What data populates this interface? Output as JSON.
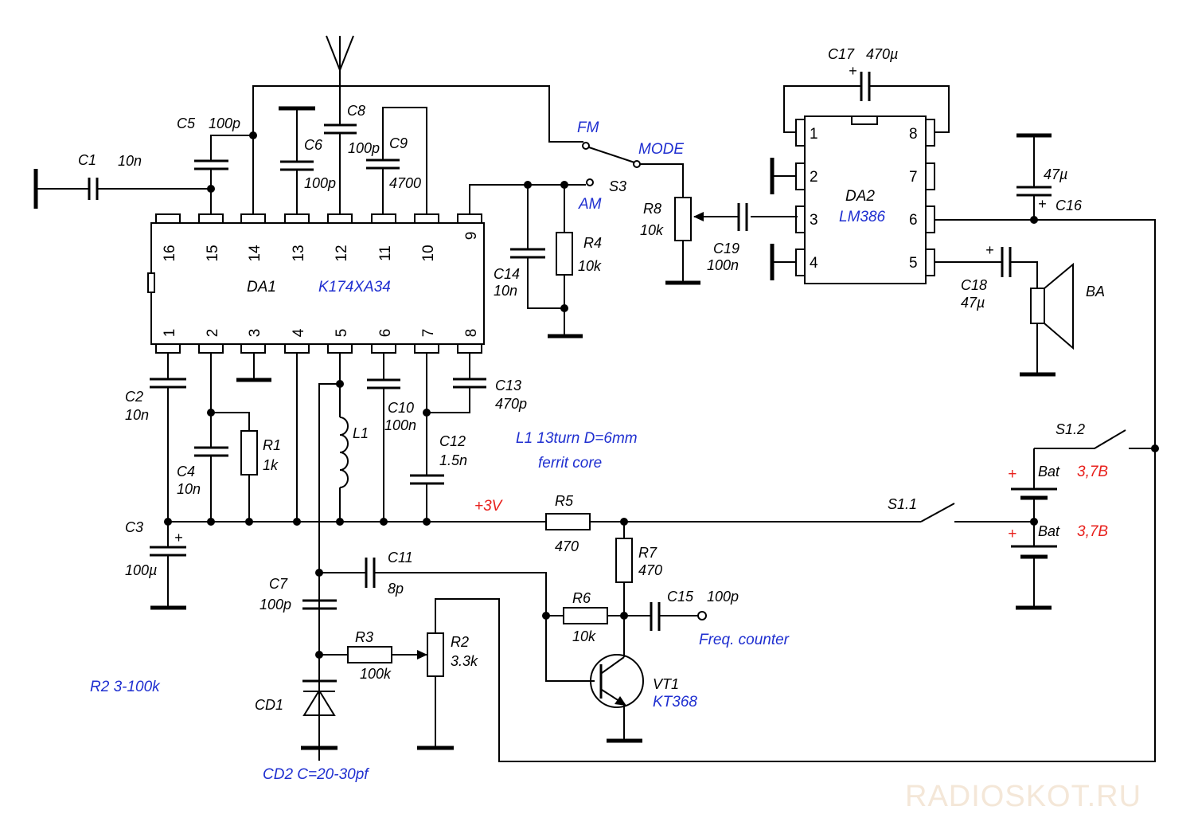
{
  "watermark": "RADIOSKOT.RU",
  "ics": {
    "da1": {
      "ref": "DA1",
      "part": "K174XA34",
      "pins_top": [
        "16",
        "15",
        "14",
        "13",
        "12",
        "11",
        "10",
        "9"
      ],
      "pins_bottom": [
        "1",
        "2",
        "3",
        "4",
        "5",
        "6",
        "7",
        "8"
      ]
    },
    "da2": {
      "ref": "DA2",
      "part": "LM386",
      "pins_left": [
        "1",
        "2",
        "3",
        "4"
      ],
      "pins_right": [
        "8",
        "7",
        "6",
        "5"
      ]
    }
  },
  "components": {
    "c1": {
      "ref": "C1",
      "value": "10n"
    },
    "c2": {
      "ref": "C2",
      "value": "10n"
    },
    "c3": {
      "ref": "C3",
      "value": "100µ"
    },
    "c4": {
      "ref": "C4",
      "value": "10n"
    },
    "c5": {
      "ref": "C5",
      "value": "100p"
    },
    "c6": {
      "ref": "C6",
      "value": "100p"
    },
    "c7": {
      "ref": "C7",
      "value": "100p"
    },
    "c8": {
      "ref": "C8",
      "value": "100p"
    },
    "c9": {
      "ref": "C9",
      "value": "4700"
    },
    "c10": {
      "ref": "C10",
      "value": "100n"
    },
    "c11": {
      "ref": "C11",
      "value": "8p"
    },
    "c12": {
      "ref": "C12",
      "value": "1.5n"
    },
    "c13": {
      "ref": "C13",
      "value": "470p"
    },
    "c14": {
      "ref": "C14",
      "value": "10n"
    },
    "c15": {
      "ref": "C15",
      "value": "100p"
    },
    "c16": {
      "ref": "C16",
      "value": "47µ"
    },
    "c17": {
      "ref": "C17",
      "value": "470µ"
    },
    "c18": {
      "ref": "C18",
      "value": "47µ"
    },
    "c19": {
      "ref": "C19",
      "value": "100n"
    },
    "r1": {
      "ref": "R1",
      "value": "1k"
    },
    "r2": {
      "ref": "R2",
      "value": "3.3k"
    },
    "r3": {
      "ref": "R3",
      "value": "100k"
    },
    "r4": {
      "ref": "R4",
      "value": "10k"
    },
    "r5": {
      "ref": "R5",
      "value": "470"
    },
    "r6": {
      "ref": "R6",
      "value": "10k"
    },
    "r7": {
      "ref": "R7",
      "value": "470"
    },
    "r8": {
      "ref": "R8",
      "value": "10k"
    },
    "l1": {
      "ref": "L1"
    },
    "cd1": {
      "ref": "CD1"
    },
    "vt1": {
      "ref": "VT1",
      "part": "KT368"
    },
    "ba": {
      "ref": "BA"
    },
    "s3": {
      "ref": "S3",
      "fm": "FM",
      "am": "AM",
      "mode": "MODE"
    },
    "s11": {
      "ref": "S1.1"
    },
    "s12": {
      "ref": "S1.2"
    },
    "bat1": {
      "ref": "Bat",
      "value": "3,7B",
      "polarity": "+"
    },
    "bat2": {
      "ref": "Bat",
      "value": "3,7B",
      "polarity": "+"
    }
  },
  "notes": {
    "supply": "+3V",
    "l1": "L1 13turn D=6mm",
    "core": "ferrit core",
    "r2": "R2 3-100k",
    "cd2": "CD2  C=20-30pf",
    "freq": "Freq. counter",
    "plus": "+"
  },
  "colors": {
    "wire": "#000000",
    "label": "#000000",
    "note": "#1f2fd0",
    "supply": "#e8201c",
    "watermark": "#f4e7d8"
  }
}
